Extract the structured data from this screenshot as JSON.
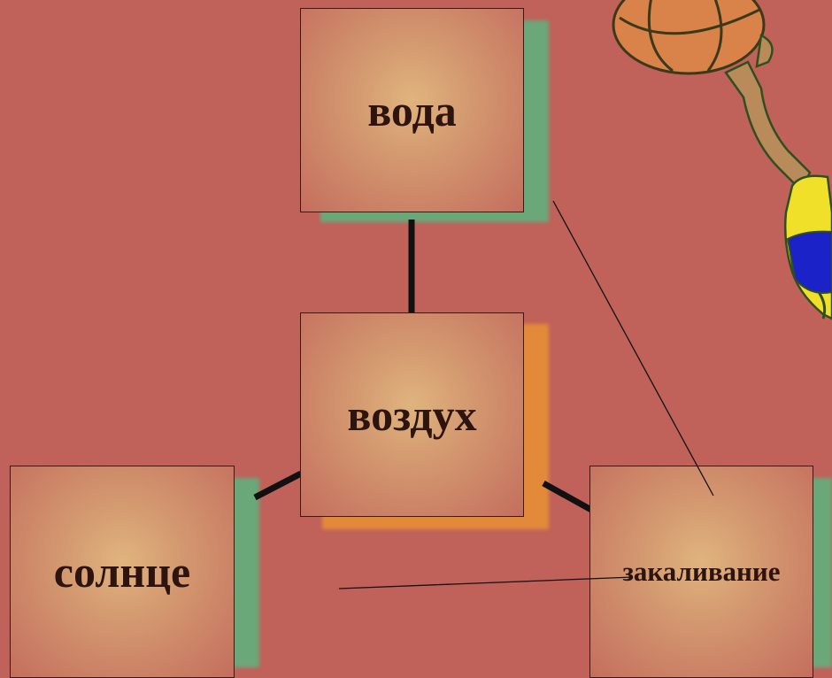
{
  "diagram": {
    "nodes": [
      {
        "id": "voda",
        "label": "вода"
      },
      {
        "id": "vozduh",
        "label": "воздух"
      },
      {
        "id": "solnce",
        "label": "солнце"
      },
      {
        "id": "zakalivanie",
        "label": "закаливание"
      }
    ]
  },
  "colors": {
    "background": "#c0615a",
    "shadow_green": "#6aa879",
    "shadow_orange": "#e38a3a",
    "connector": "#111111"
  },
  "mascot": {
    "icon": "basketball-player-mascot-icon"
  }
}
